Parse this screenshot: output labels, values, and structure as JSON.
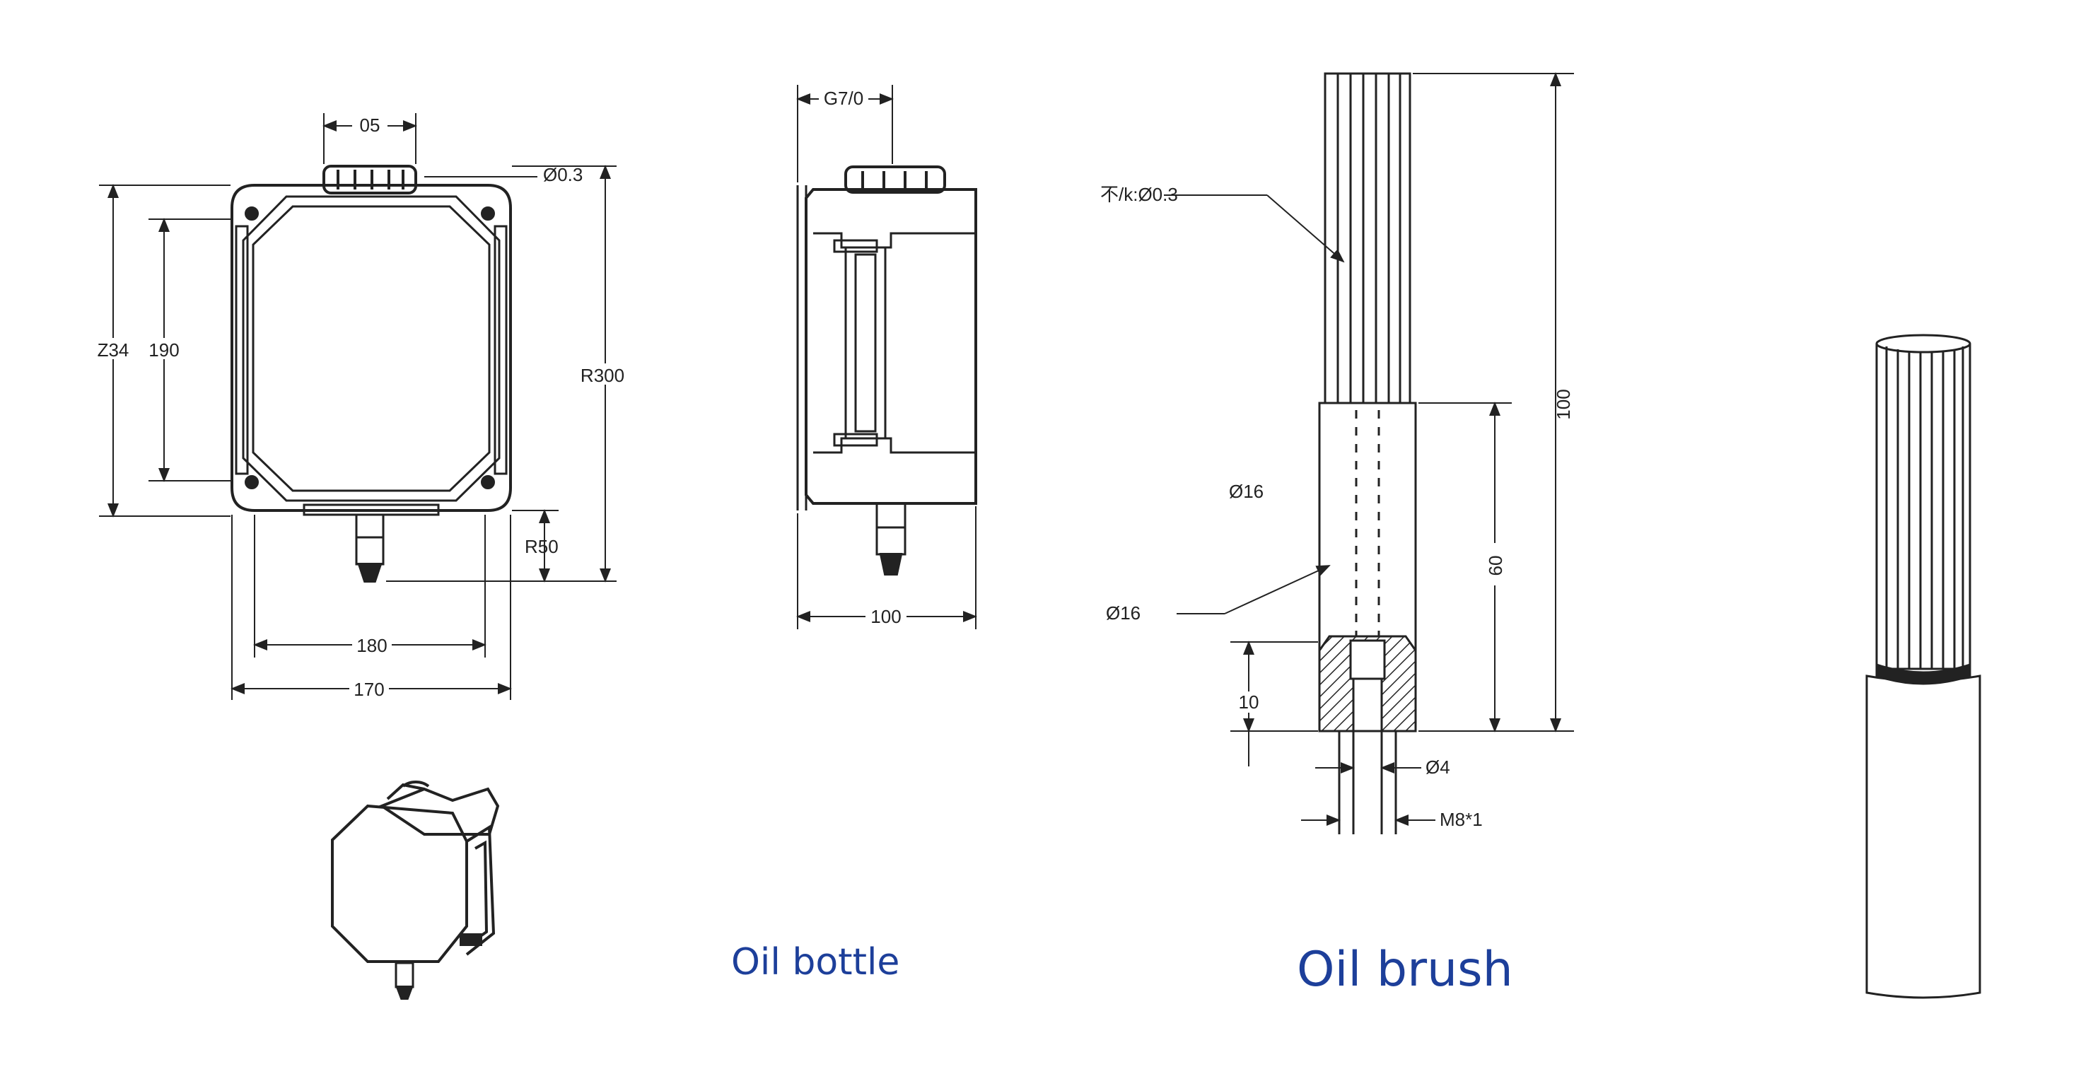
{
  "colors": {
    "line": "#222222",
    "caption": "#1d3f9a",
    "background": "#ffffff"
  },
  "bottle_front": {
    "dim_top": "05",
    "dim_cap": "Ø0.3",
    "dim_left_outer": "Z34",
    "dim_left_inner": "190",
    "dim_right": "R300",
    "dim_nozzle": "R50",
    "dim_bottom_inner": "180",
    "dim_bottom_outer": "170"
  },
  "bottle_side": {
    "dim_top": "G7/0",
    "dim_bottom": "100"
  },
  "brush": {
    "dim_bristle": "不/k:Ø0.3",
    "dim_dia": "Ø16",
    "dim_holder": "Ø16",
    "dim_total": "100",
    "dim_handle": "60",
    "dim_thread_len": "10",
    "dim_bore": "Ø4",
    "dim_thread": "M8*1"
  },
  "captions": {
    "bottle": "Oil bottle",
    "brush": "Oil brush"
  }
}
